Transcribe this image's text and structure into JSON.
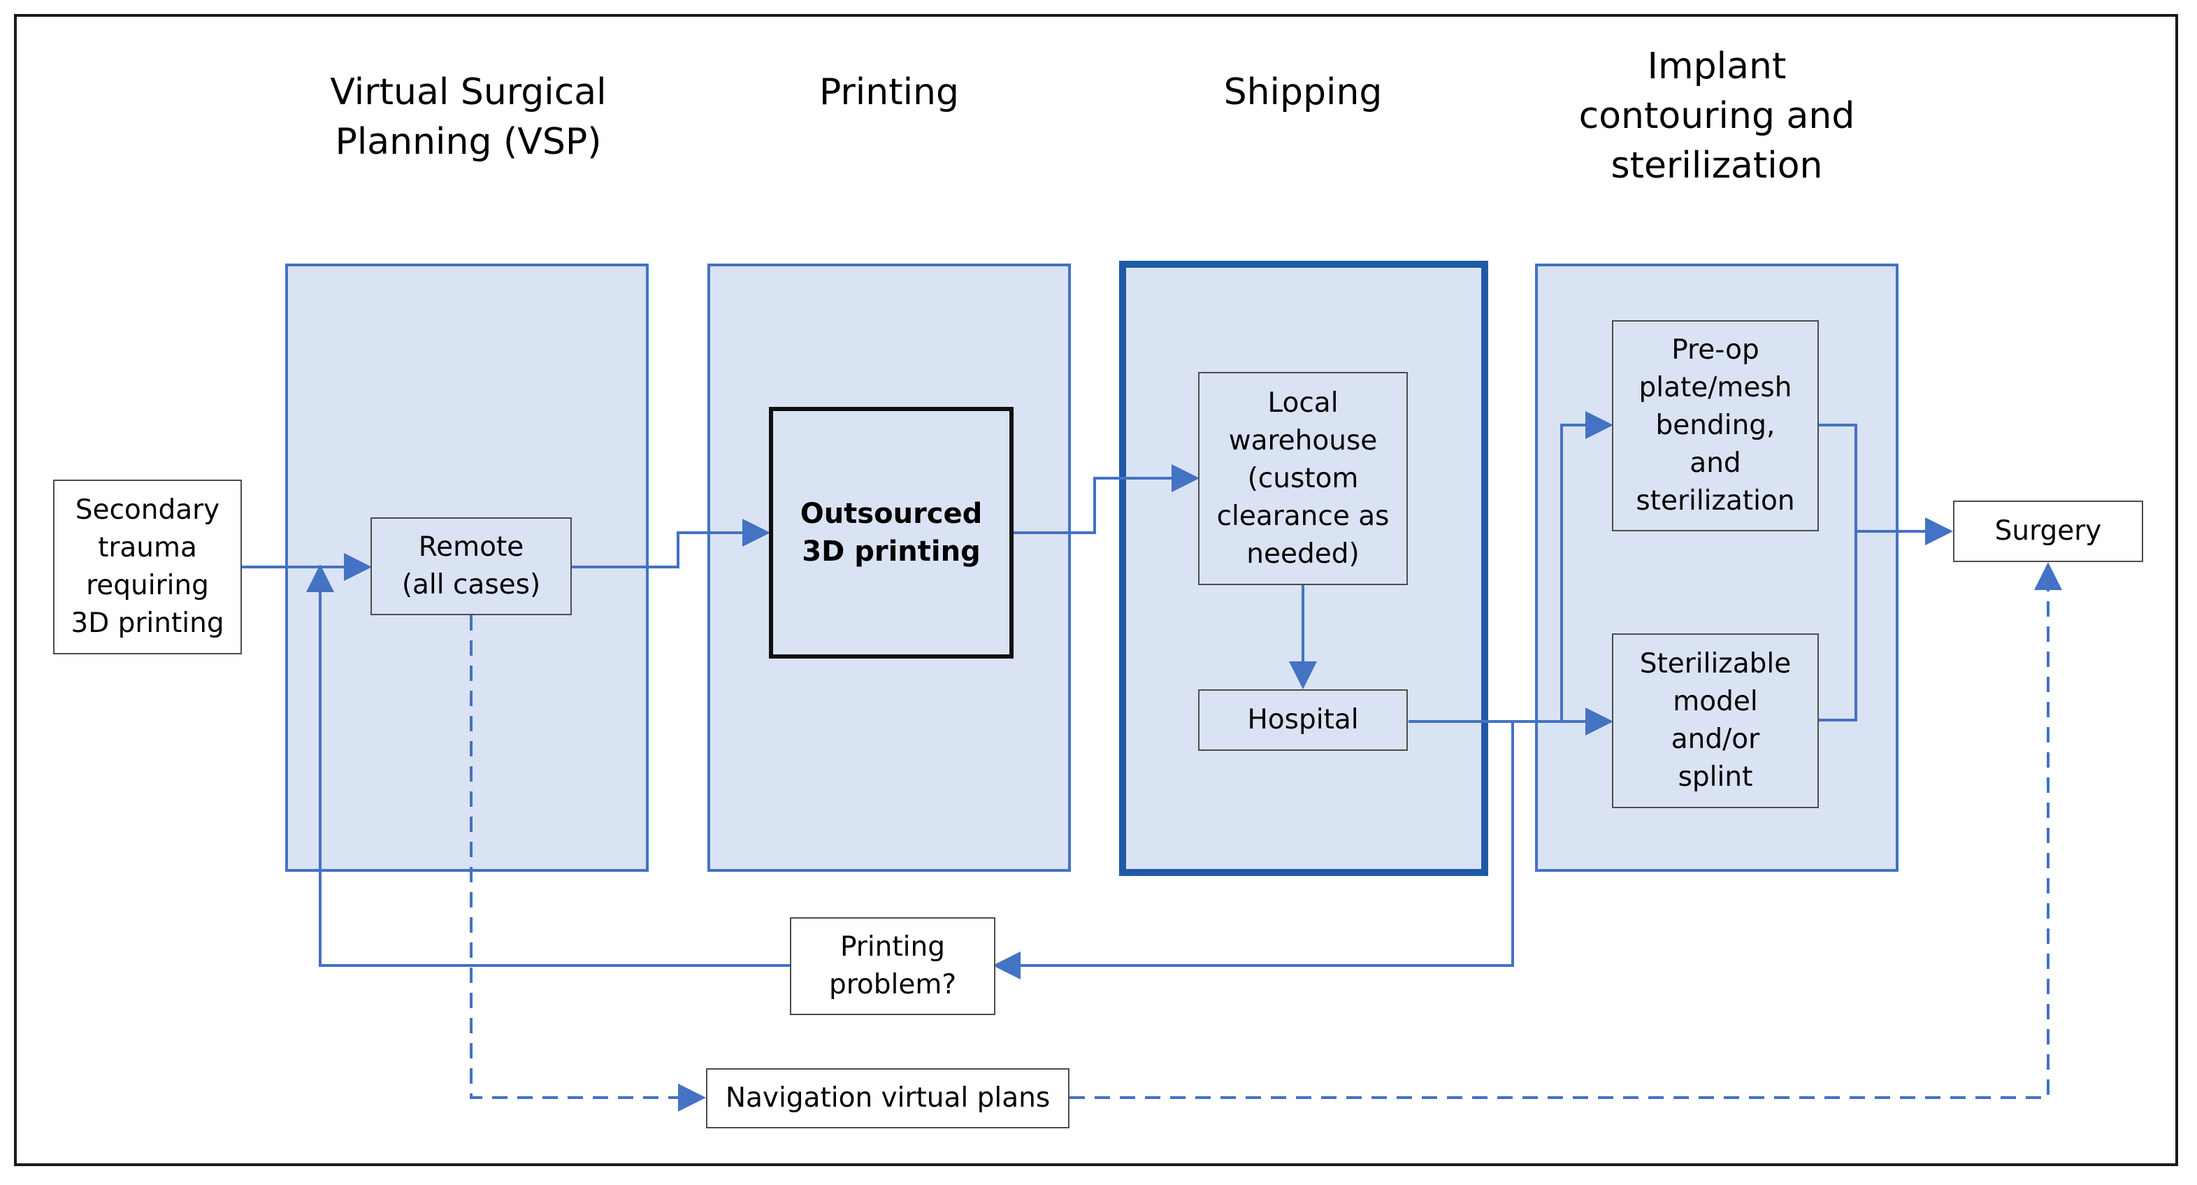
{
  "headers": {
    "vsp": "Virtual Surgical\nPlanning (VSP)",
    "printing": "Printing",
    "shipping": "Shipping",
    "implant": "Implant\ncontouring and\nsterilization"
  },
  "nodes": {
    "secondary_trauma": "Secondary\ntrauma\nrequiring\n3D printing",
    "remote": "Remote\n(all cases)",
    "outsourced": "Outsourced\n3D printing",
    "local_warehouse": "Local\nwarehouse\n(custom\nclearance as\nneeded)",
    "hospital": "Hospital",
    "preop": "Pre-op\nplate/mesh\nbending,\nand\nsterilization",
    "sterilizable": "Sterilizable\nmodel\nand/or\nsplint",
    "surgery": "Surgery",
    "printing_problem": "Printing\nproblem?",
    "navigation": "Navigation virtual plans"
  },
  "colors": {
    "stage_fill": "#dae3f3",
    "stage_border": "#4472c4",
    "shipping_border": "#1f5aa6",
    "arrow": "#4472c4"
  }
}
